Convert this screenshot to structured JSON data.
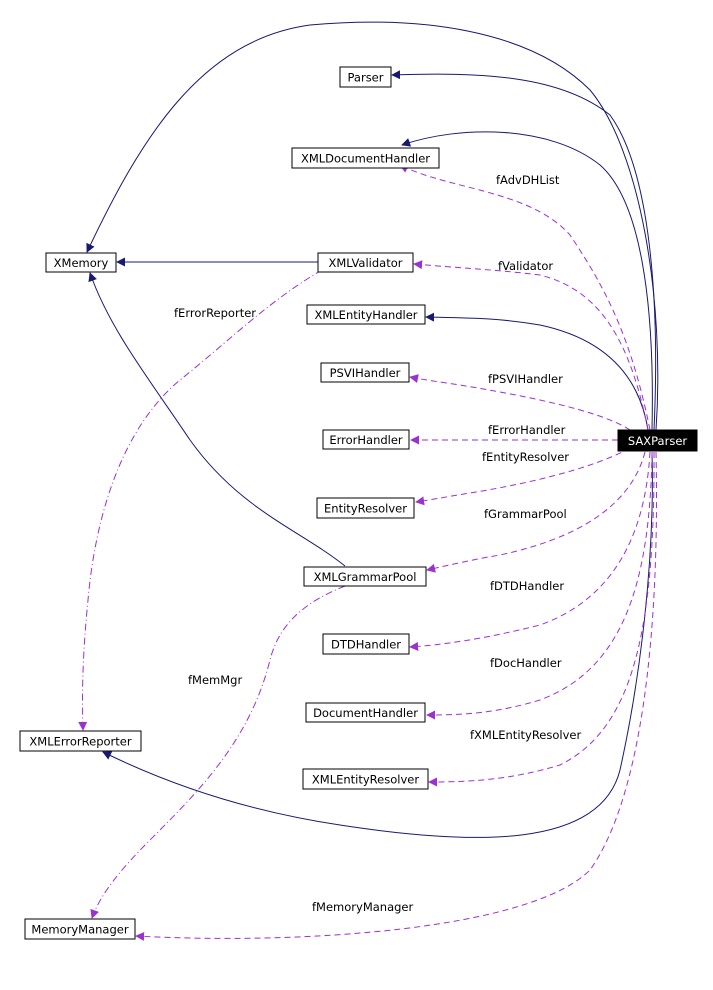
{
  "diagram": {
    "nodes": {
      "parser": "Parser",
      "xml_document_handler": "XMLDocumentHandler",
      "xmemory": "XMemory",
      "xml_validator": "XMLValidator",
      "xml_entity_handler": "XMLEntityHandler",
      "psvi_handler": "PSVIHandler",
      "error_handler": "ErrorHandler",
      "sax_parser": "SAXParser",
      "entity_resolver": "EntityResolver",
      "xml_grammar_pool": "XMLGrammarPool",
      "dtd_handler": "DTDHandler",
      "document_handler": "DocumentHandler",
      "xml_error_reporter": "XMLErrorReporter",
      "xml_entity_resolver": "XMLEntityResolver",
      "memory_manager": "MemoryManager"
    },
    "edge_labels": {
      "f_adv_dh_list": "fAdvDHList",
      "f_validator": "fValidator",
      "f_error_reporter": "fErrorReporter",
      "f_psvi_handler": "fPSVIHandler",
      "f_error_handler": "fErrorHandler",
      "f_entity_resolver": "fEntityResolver",
      "f_grammar_pool": "fGrammarPool",
      "f_dtd_handler": "fDTDHandler",
      "f_mem_mgr": "fMemMgr",
      "f_doc_handler": "fDocHandler",
      "f_xml_entity_resolver": "fXMLEntityResolver",
      "f_memory_manager": "fMemoryManager"
    },
    "colors": {
      "inheritance_edge": "#191970",
      "usage_edge": "#9a32cd",
      "main_node_fill": "#000000"
    }
  }
}
